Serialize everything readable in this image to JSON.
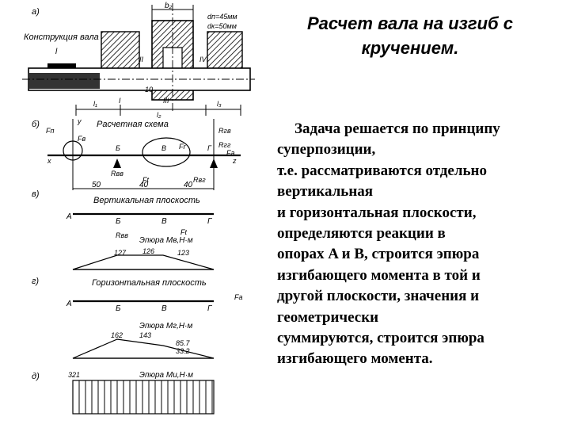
{
  "slide": {
    "title_lines": [
      "Расчет вала на изгиб с",
      "кручением."
    ],
    "body_lines": [
      "Задача решается по принципу",
      "суперпозиции,",
      "т.е. рассматриваются отдельно",
      "вертикальная",
      "и горизонтальная плоскости,",
      "определяются реакции  в",
      "опорах A и B, строится эпюра",
      "изгибающего момента в той и",
      "другой плоскости, значения  и",
      "геометрически",
      "суммируются, строится эпюра",
      "изгибающего момента."
    ]
  },
  "figure": {
    "part_labels": {
      "a": "а)",
      "b": "б)",
      "v": "в)",
      "g": "г)",
      "d": "д)"
    },
    "shaft_construction": "Конструкция вала",
    "design_scheme": "Расчетная схема",
    "vertical_plane": "Вертикальная плоскость",
    "horizontal_plane": "Горизонтальная плоскость",
    "diagram_mv": "Эпюра Mв,Н·м",
    "diagram_mg": "Эпюра Mг,Н·м",
    "diagram_mi": "Эпюра Mи,Н·м",
    "wheel_width": "b₂",
    "bearing_dims": [
      "dп=45мм",
      "dк=50мм"
    ],
    "section_marks": [
      "I",
      "II",
      "III",
      "IV"
    ],
    "lengths": [
      "l",
      "l₁",
      "l₂",
      "l₃",
      "10"
    ],
    "dims_row": [
      "50",
      "40",
      "40"
    ],
    "points": [
      "A",
      "Б",
      "В",
      "Г"
    ],
    "forces": [
      "Fп",
      "Fв",
      "Rгв",
      "Rгг",
      "Fr",
      "Ft",
      "Fa",
      "Rвв",
      "Rвг"
    ],
    "axes": [
      "y",
      "x",
      "z"
    ],
    "mv_values": [
      "127",
      "126",
      "123"
    ],
    "mg_values": [
      "162",
      "143",
      "85.7",
      "33.2"
    ],
    "mi_values": [
      "321"
    ]
  }
}
